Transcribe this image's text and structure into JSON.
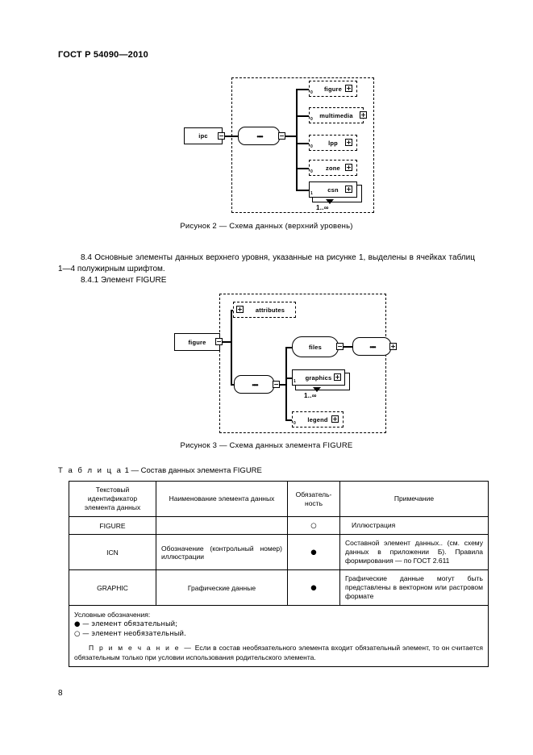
{
  "document": {
    "header": "ГОСТ Р 54090—2010",
    "page_number": "8"
  },
  "figure2": {
    "caption": "Рисунок 2 — Схема данных (верхний уровень)",
    "root": {
      "label": "ipc",
      "toggle": "−"
    },
    "sequence": {
      "toggle": "−",
      "glyph": "••••"
    },
    "children": [
      {
        "label": "figure",
        "style": "dashed",
        "toggle": "+",
        "occurrence": "0"
      },
      {
        "label": "multimedia",
        "style": "dashed",
        "toggle": "+",
        "occurrence": "0"
      },
      {
        "label": "lpp",
        "style": "dashed",
        "toggle": "+",
        "occurrence": "0"
      },
      {
        "label": "zone",
        "style": "dashed",
        "toggle": "+",
        "occurrence": "0"
      },
      {
        "label": "csn",
        "style": "solid",
        "toggle": "+",
        "occurrence": "1",
        "multiplicity": "1..∞"
      }
    ]
  },
  "section_8_4": "8.4  Основные элементы данных верхнего уровня, указанные на рисунке 1, выделены в ячейках таблиц 1—4 полужирным шрифтом.",
  "section_8_4_1": "8.4.1  Элемент FIGURE",
  "figure3": {
    "caption": "Рисунок 3 — Схема данных элемента FIGURE",
    "root": {
      "label": "figure",
      "toggle": "−"
    },
    "attributes": {
      "label": "attributes",
      "style": "dashed",
      "toggle": "+"
    },
    "sequence": {
      "toggle": "−",
      "glyph": "••••"
    },
    "files": {
      "label": "files",
      "style": "round",
      "toggle": "−"
    },
    "files_sequence": {
      "toggle": "+",
      "glyph": "••••"
    },
    "graphics": {
      "label": "graphics",
      "style": "solid",
      "toggle": "+",
      "occurrence": "1",
      "multiplicity": "1..∞"
    },
    "legend": {
      "label": "legend",
      "style": "dashed",
      "toggle": "+",
      "occurrence": "0"
    }
  },
  "table1": {
    "title_prefix": "Т а б л и ц а",
    "title_rest": " 1 — Состав данных элемента FIGURE",
    "headers": [
      "Текстовый идентификатор элемента данных",
      "Наименование элемента данных",
      "Обязатель- ность",
      "Примечание"
    ],
    "header_col3_line1": "Обязатель-",
    "header_col3_line2": "ность",
    "rows": [
      {
        "id": "FIGURE",
        "id_bold": true,
        "name": "",
        "required": "○",
        "note": "Иллюстрация"
      },
      {
        "id": "ICN",
        "id_bold": false,
        "name": "Обозначение (контрольный номер) иллюстрации",
        "required": "●",
        "note": "Составной элемент данных.. (см. схему данных в приложении Б). Правила формирования — по ГОСТ 2.611"
      },
      {
        "id": "GRAPHIC",
        "id_bold": false,
        "name": "Графические данные",
        "required": "●",
        "note": "Графические данные могут быть представлены в векторном или растровом формате"
      }
    ],
    "legend": {
      "title": "Условные обозначения:",
      "filled": "● — элемент обязательный;",
      "hollow": "○ — элемент необязательный.",
      "note_label": "П р и м е ч а н и е —",
      "note_text": " Если в состав необязательного элемента входит обязательный элемент, то он считается обязательным только при условии использования родительского элемента."
    }
  }
}
